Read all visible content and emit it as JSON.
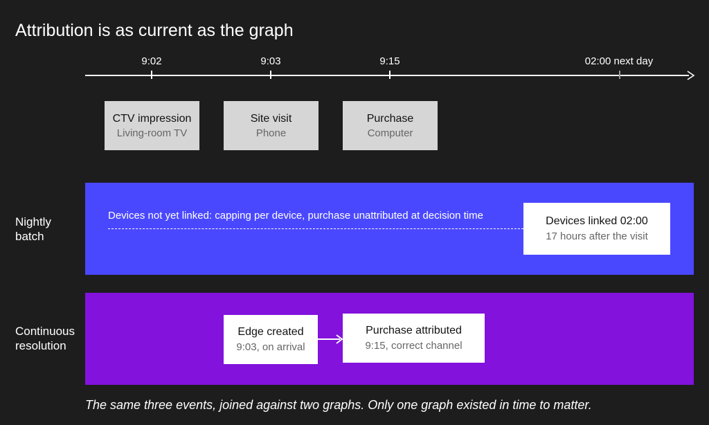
{
  "title": "Attribution is as current as the graph",
  "timeline": {
    "ticks": [
      "9:02",
      "9:03",
      "9:15",
      "02:00 next day"
    ]
  },
  "events": [
    {
      "title": "CTV impression",
      "device": "Living-room TV"
    },
    {
      "title": "Site visit",
      "device": "Phone"
    },
    {
      "title": "Purchase",
      "device": "Computer"
    }
  ],
  "rows": {
    "batch": {
      "label": "Nightly\nbatch",
      "description": "Devices not yet linked: capping per device, purchase unattributed at decision time",
      "box": {
        "title": "Devices linked 02:00",
        "subtitle": "17 hours after the visit"
      },
      "color": "#4a48ff"
    },
    "continuous": {
      "label": "Continuous\nresolution",
      "boxes": [
        {
          "title": "Edge created",
          "subtitle": "9:03, on arrival"
        },
        {
          "title": "Purchase attributed",
          "subtitle": "9:15, correct channel"
        }
      ],
      "color": "#8212dc"
    }
  },
  "caption": "The same three events, joined against two graphs. Only one graph existed in time to matter."
}
